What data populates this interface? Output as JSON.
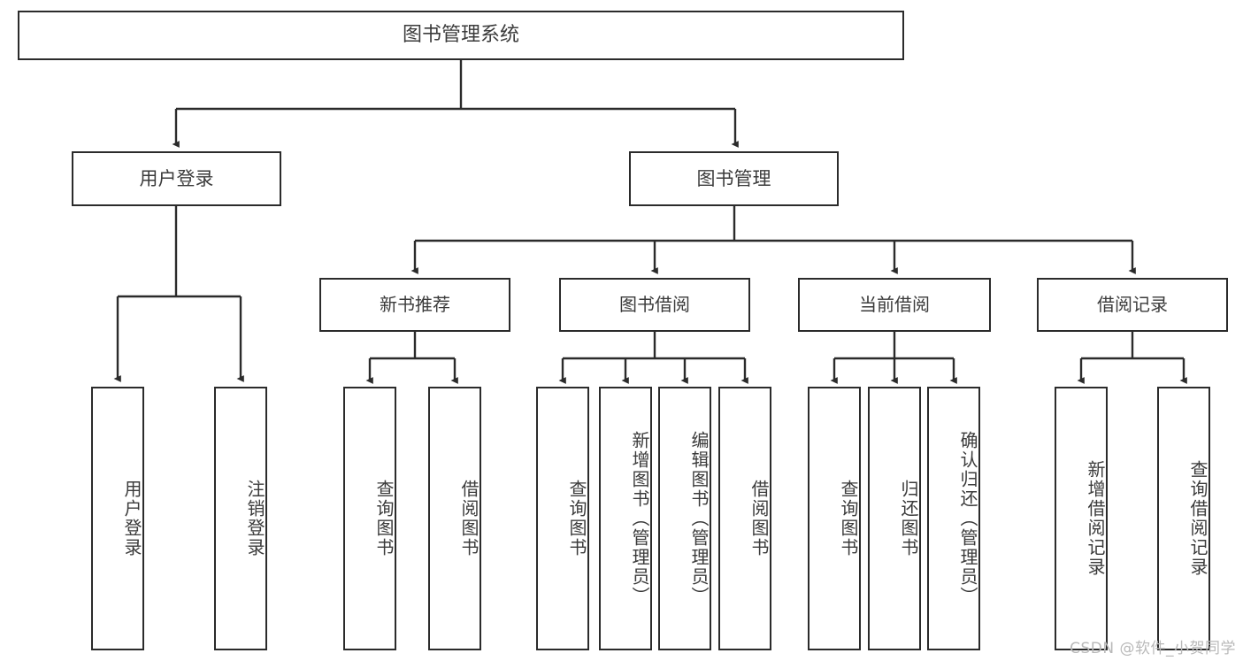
{
  "diagram": {
    "title": "图书管理系统",
    "watermark": "CSDN @软件_小贺同学",
    "colors": {
      "background": "#ffffff",
      "box_border": "#2b2b2b",
      "box_fill": "#ffffff",
      "text": "#3b3b3b",
      "connector": "#2b2b2b",
      "watermark": "#b9b9b9"
    },
    "root": {
      "label": "图书管理系统"
    },
    "level2": [
      {
        "id": "user-login",
        "label": "用户登录"
      },
      {
        "id": "book-manage",
        "label": "图书管理"
      }
    ],
    "level3": [
      {
        "id": "new-book-recommend",
        "label": "新书推荐",
        "parent": "book-manage"
      },
      {
        "id": "book-borrow",
        "label": "图书借阅",
        "parent": "book-manage"
      },
      {
        "id": "current-borrow",
        "label": "当前借阅",
        "parent": "book-manage"
      },
      {
        "id": "borrow-record",
        "label": "借阅记录",
        "parent": "book-manage"
      }
    ],
    "leaves": {
      "user-login": [
        {
          "id": "leaf-user-login",
          "label": "用户登录"
        },
        {
          "id": "leaf-user-logout",
          "label": "注销登录"
        }
      ],
      "new-book-recommend": [
        {
          "id": "leaf-query-book-1",
          "label": "查询图书"
        },
        {
          "id": "leaf-borrow-book-1",
          "label": "借阅图书"
        }
      ],
      "book-borrow": [
        {
          "id": "leaf-query-book-2",
          "label": "查询图书"
        },
        {
          "id": "leaf-add-book",
          "label": "新增图书（管理员）"
        },
        {
          "id": "leaf-edit-book",
          "label": "编辑图书（管理员）"
        },
        {
          "id": "leaf-borrow-book-2",
          "label": "借阅图书"
        }
      ],
      "current-borrow": [
        {
          "id": "leaf-query-book-3",
          "label": "查询图书"
        },
        {
          "id": "leaf-return-book",
          "label": "归还图书"
        },
        {
          "id": "leaf-confirm-return",
          "label": "确认归还（管理员）"
        }
      ],
      "borrow-record": [
        {
          "id": "leaf-add-record",
          "label": "新增借阅记录"
        },
        {
          "id": "leaf-query-record",
          "label": "查询借阅记录"
        }
      ]
    }
  }
}
